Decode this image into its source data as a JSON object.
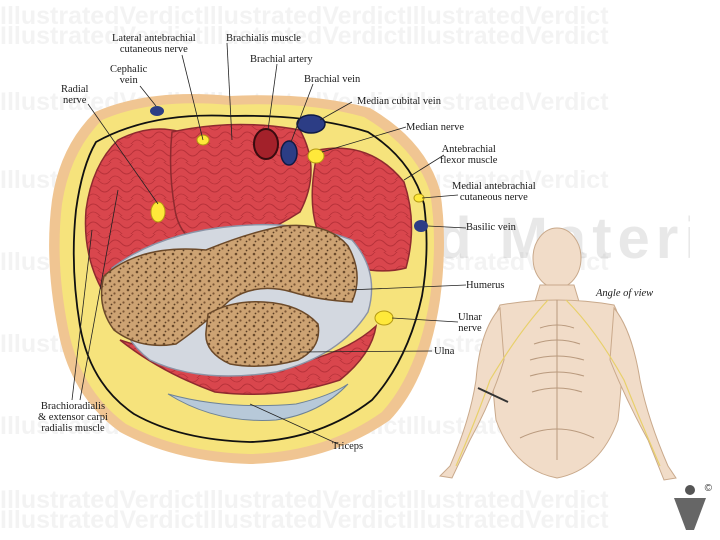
{
  "watermark": {
    "text": "IllustratedVerdictIllustratedVerdictIllustratedVerdict",
    "big": "Copyrighted Material"
  },
  "labels": {
    "lateral_antebrachial": [
      "Lateral antebrachial",
      "cutaneous nerve"
    ],
    "brachialis_muscle": "Brachialis muscle",
    "brachial_artery": "Brachial artery",
    "brachial_vein": "Brachial vein",
    "median_cubital_vein": "Median cubital vein",
    "median_nerve": "Median nerve",
    "antebrachial_flexor": [
      "Antebrachial",
      "flexor muscle"
    ],
    "medial_antebrachial": [
      "Medial antebrachial",
      "cutaneous nerve"
    ],
    "basilic_vein": "Basilic vein",
    "humerus": "Humerus",
    "ulnar_nerve": [
      "Ulnar",
      "nerve"
    ],
    "ulna": "Ulna",
    "triceps": "Triceps",
    "cephalic_vein": [
      "Cephalic",
      "vein"
    ],
    "radial_nerve": [
      "Radial",
      "nerve"
    ],
    "brachioradialis": [
      "Brachioradialis",
      "& extensor carpi",
      "radialis muscle"
    ],
    "angle_of_view": "Angle of view"
  },
  "copyright_symbol": "©",
  "colors": {
    "fat": "#f5e27a",
    "skin": "#f3c99c",
    "muscle": "#d8484e",
    "bone": "#c9a172",
    "artery": "#a8212a",
    "vein": "#2d3e86",
    "nerve": "#ffea3c",
    "cartilage": "#cdd3dc"
  }
}
